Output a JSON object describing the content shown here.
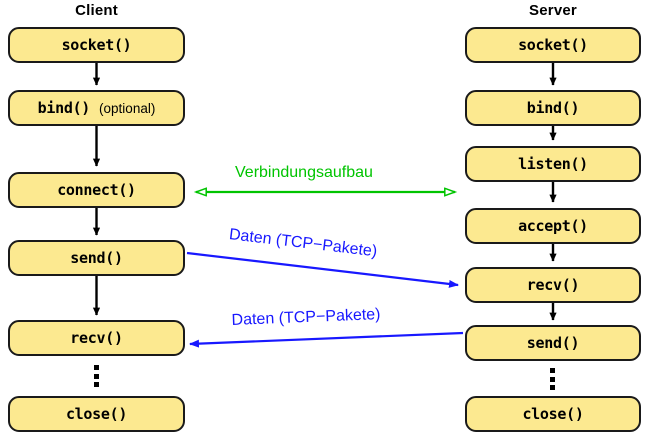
{
  "diagram": {
    "title_client": "Client",
    "title_server": "Server",
    "colors": {
      "node_fill": "#fce990",
      "node_border": "#1a1a1a",
      "flow_arrow": "#000000",
      "connection_arrow": "#00c400",
      "data_arrow": "#1818ff"
    }
  },
  "client": {
    "nodes": [
      {
        "call": "socket()",
        "note": ""
      },
      {
        "call": "bind()",
        "note": "(optional)"
      },
      {
        "call": "connect()",
        "note": ""
      },
      {
        "call": "send()",
        "note": ""
      },
      {
        "call": "recv()",
        "note": ""
      },
      {
        "call": "close()",
        "note": ""
      }
    ]
  },
  "server": {
    "nodes": [
      {
        "call": "socket()",
        "note": ""
      },
      {
        "call": "bind()",
        "note": ""
      },
      {
        "call": "listen()",
        "note": ""
      },
      {
        "call": "accept()",
        "note": ""
      },
      {
        "call": "recv()",
        "note": ""
      },
      {
        "call": "send()",
        "note": ""
      },
      {
        "call": "close()",
        "note": ""
      }
    ]
  },
  "edges": {
    "connection_setup": "Verbindungsaufbau",
    "data_down": "Daten (TCP−Pakete)",
    "data_up": "Daten (TCP−Pakete)"
  }
}
